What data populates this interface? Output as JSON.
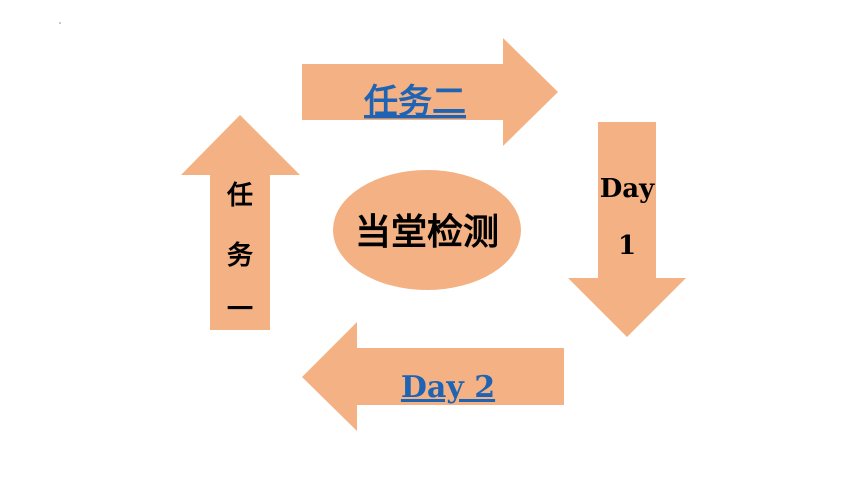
{
  "diagram": {
    "task_two_label": "任务二",
    "task_one_chars": [
      "任",
      "务",
      "一"
    ],
    "day1_line1": "Day",
    "day1_line2": "1",
    "day2_label": "Day 2",
    "center_label": "当堂检测"
  },
  "colors": {
    "arrow_fill": "#f4b183",
    "link_color": "#1f64b4",
    "text_color": "#000000"
  }
}
